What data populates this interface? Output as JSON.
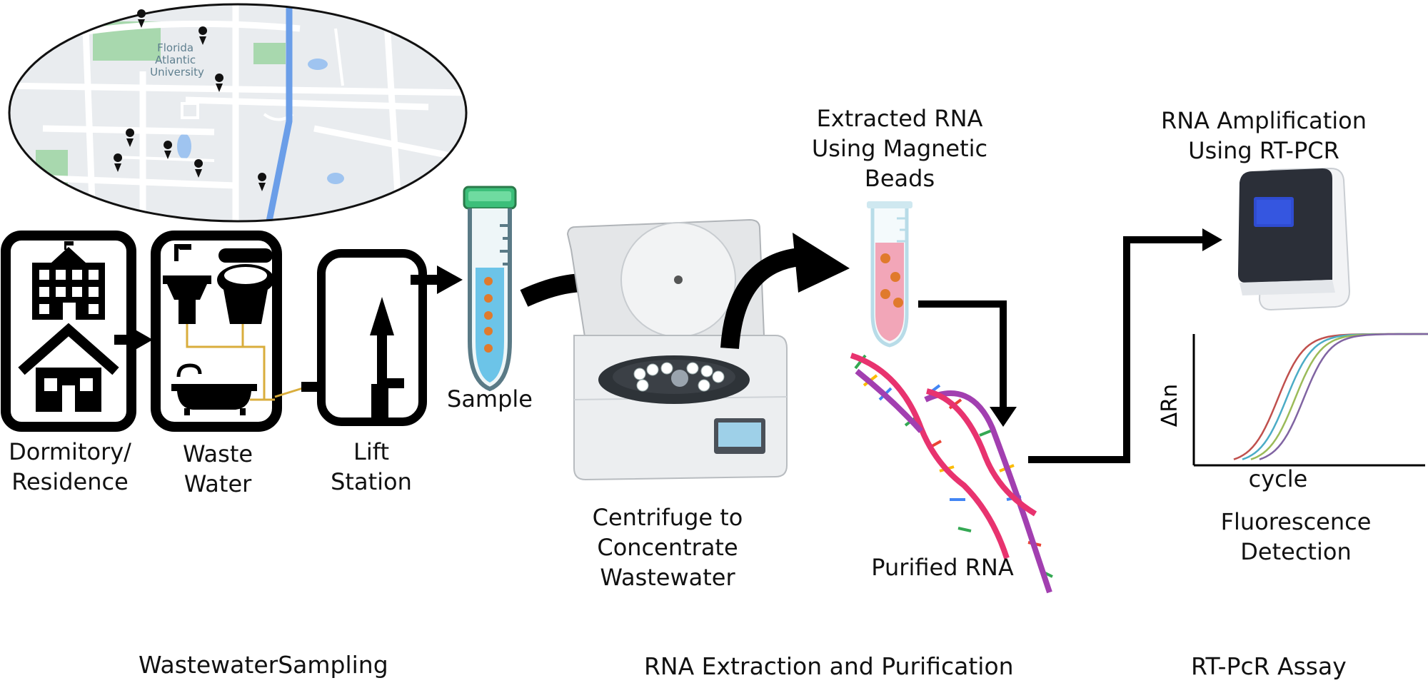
{
  "map": {
    "place_name_lines": [
      "Florida",
      "Atlantic",
      "University"
    ]
  },
  "steps": {
    "dormitory": [
      "Dormitory/",
      "Residence"
    ],
    "waste_water": [
      "Waste",
      "Water"
    ],
    "lift_station": [
      "Lift",
      "Station"
    ],
    "sample": "Sample",
    "centrifuge": [
      "Centrifuge to",
      "Concentrate",
      "Wastewater"
    ],
    "extracted_rna": [
      "Extracted RNA",
      "Using Magnetic",
      "Beads"
    ],
    "purified_rna": "Purified RNA",
    "rna_amplification": [
      "RNA Amplification",
      "Using RT-PCR"
    ],
    "fluorescence": [
      "Fluorescence",
      "Detection"
    ]
  },
  "amplification_plot": {
    "ylabel": "ΔRn",
    "xlabel": "cycle",
    "curve_colors": [
      "#c0504d",
      "#4bacc6",
      "#9bbb59",
      "#8064a2"
    ]
  },
  "sections": {
    "wastewater_sampling": "WastewaterSampling",
    "rna_extraction": "RNA Extraction and Purification",
    "rt_pcr_assay": "RT-PcR Assay"
  },
  "colors": {
    "map_bg": "#e9ecef",
    "map_road": "#ffffff",
    "map_water": "#9fc4f0",
    "map_green": "#8fcf97",
    "tube_cap": "#3cbf7a",
    "tube_liquid": "#6cc4e8",
    "virus": "#e07a2c",
    "rna_pink": "#e8336f",
    "rna_purple": "#a23fb0",
    "arrow": "#000000"
  }
}
